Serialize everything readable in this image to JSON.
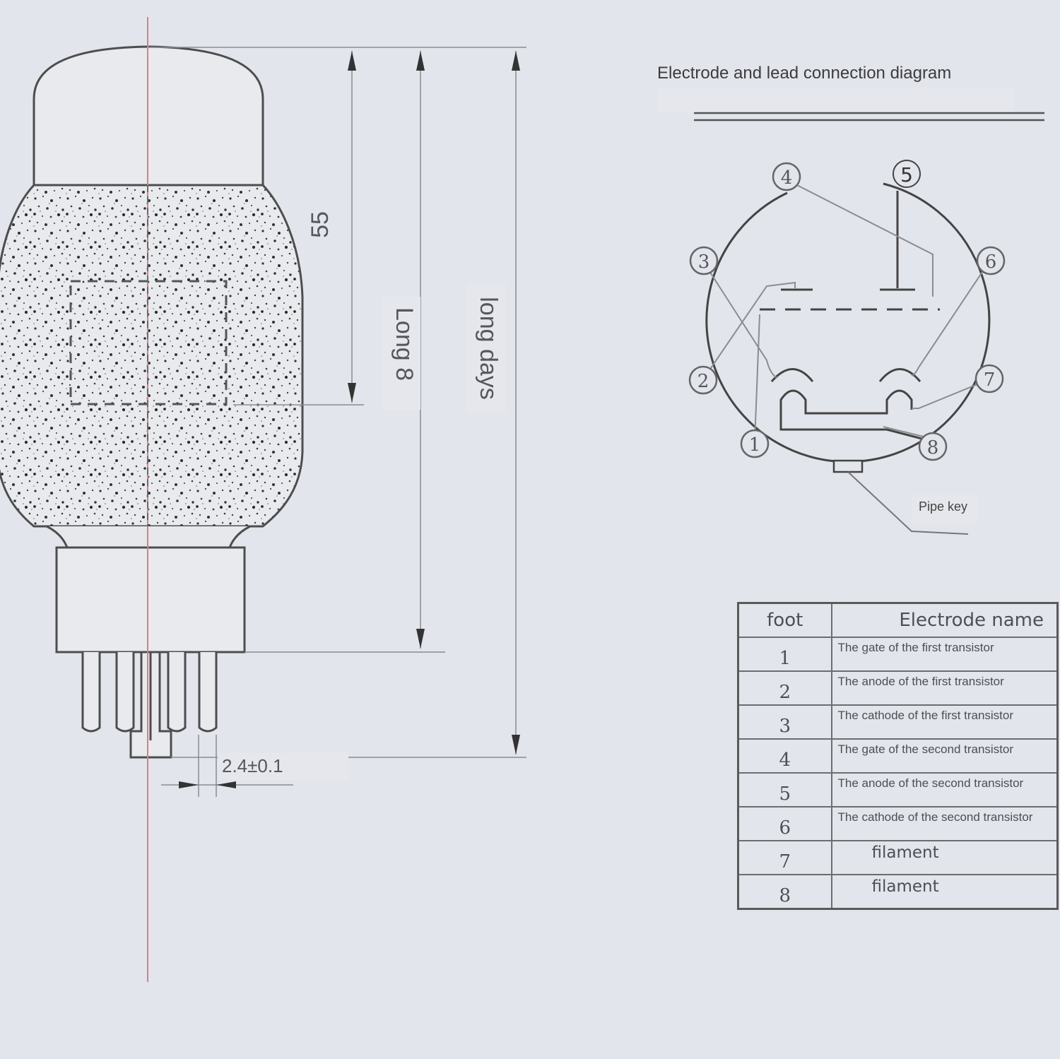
{
  "dimensions": {
    "body_length": "55",
    "long_label": "Long 8",
    "total_label": "long days",
    "pin_spacing": "2.4±0.1"
  },
  "connection_diagram": {
    "title": "Electrode and lead connection diagram",
    "pins": [
      "1",
      "2",
      "3",
      "4",
      "5",
      "6",
      "7",
      "8"
    ],
    "pipe_key_label": "Pipe key"
  },
  "pin_table": {
    "header_foot": "foot",
    "header_name": "Electrode name",
    "rows": [
      {
        "foot": "1",
        "name": "The gate of the first transistor"
      },
      {
        "foot": "2",
        "name": "The anode of the first transistor"
      },
      {
        "foot": "3",
        "name": "The cathode of the first transistor"
      },
      {
        "foot": "4",
        "name": "The gate of the second transistor"
      },
      {
        "foot": "5",
        "name": "The anode of the second transistor"
      },
      {
        "foot": "6",
        "name": "The cathode of the second transistor"
      },
      {
        "foot": "7",
        "name": "filament"
      },
      {
        "foot": "8",
        "name": "filament"
      }
    ]
  }
}
